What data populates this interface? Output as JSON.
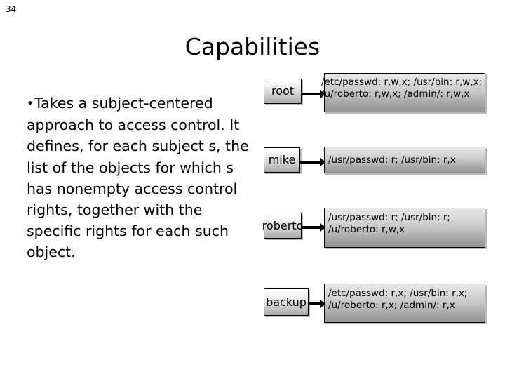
{
  "slide": {
    "number": "34",
    "title": "Capabilities",
    "bullet": {
      "glyph": "•",
      "text": "Takes a subject-centered approach to access control. It defines, for each subject s, the list of the objects for which s has nonempty access control rights, together with the specific rights for each such object."
    }
  },
  "diagram": {
    "type": "capability-list",
    "arrow_icon": "arrow-right-icon",
    "rows": [
      {
        "subject": "root",
        "capabilities_lines": [
          "/etc/passwd: r,w,x; /usr/bin: r,w,x;",
          "/u/roberto: r,w,x; /admin/: r,w,x"
        ]
      },
      {
        "subject": "mike",
        "capabilities_lines": [
          "/usr/passwd: r; /usr/bin: r,x"
        ]
      },
      {
        "subject": "roberto",
        "capabilities_lines": [
          "/usr/passwd: r; /usr/bin: r;",
          "/u/roberto: r,w,x"
        ]
      },
      {
        "subject": "backup",
        "capabilities_lines": [
          "/etc/passwd: r,x; /usr/bin: r,x;",
          "/u/roberto: r,x; /admin/: r,x"
        ]
      }
    ]
  },
  "colors": {
    "background": "#ffffff",
    "text": "#000000",
    "box_border": "#000000",
    "subject_box_gradient_top": "#ffffff",
    "subject_box_gradient_bottom": "#a8a8a8",
    "caps_box_gradient_top": "#e8e8e8",
    "caps_box_gradient_bottom": "#949494"
  }
}
